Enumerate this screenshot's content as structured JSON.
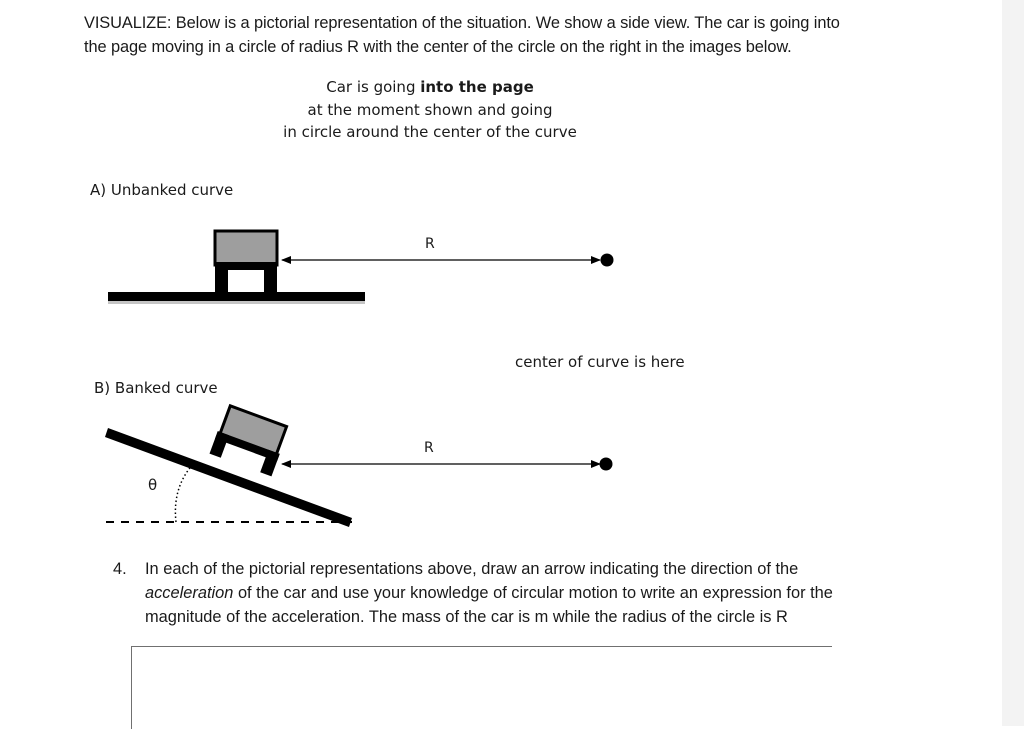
{
  "intro": {
    "line1": "VISUALIZE: Below is a pictorial representation of the situation. We show a side view. The car is going into",
    "line2": "the page moving in a circle of radius R with the center of the circle on the right in the images below."
  },
  "caption": {
    "line1_prefix": "Car is going ",
    "line1_bold": "into the page",
    "line2": "at the moment shown and going",
    "line3": "in circle around the center of the curve"
  },
  "diagram_a": {
    "label": "A) Unbanked curve",
    "radius_label": "R"
  },
  "center_label": "center of curve is here",
  "diagram_b": {
    "label": "B) Banked curve",
    "radius_label": "R",
    "angle_label": "θ"
  },
  "question": {
    "number": "4.",
    "line1": "In each of the pictorial representations above, draw an arrow indicating the direction of the",
    "line2_italic": "acceleration",
    "line2_rest": " of the car and use your knowledge of circular motion to write an expression for the",
    "line3": "magnitude of the acceleration.  The mass of the car is m while the radius of the circle is R"
  },
  "colors": {
    "car_body": "#9e9e9e",
    "ink": "#000000"
  }
}
